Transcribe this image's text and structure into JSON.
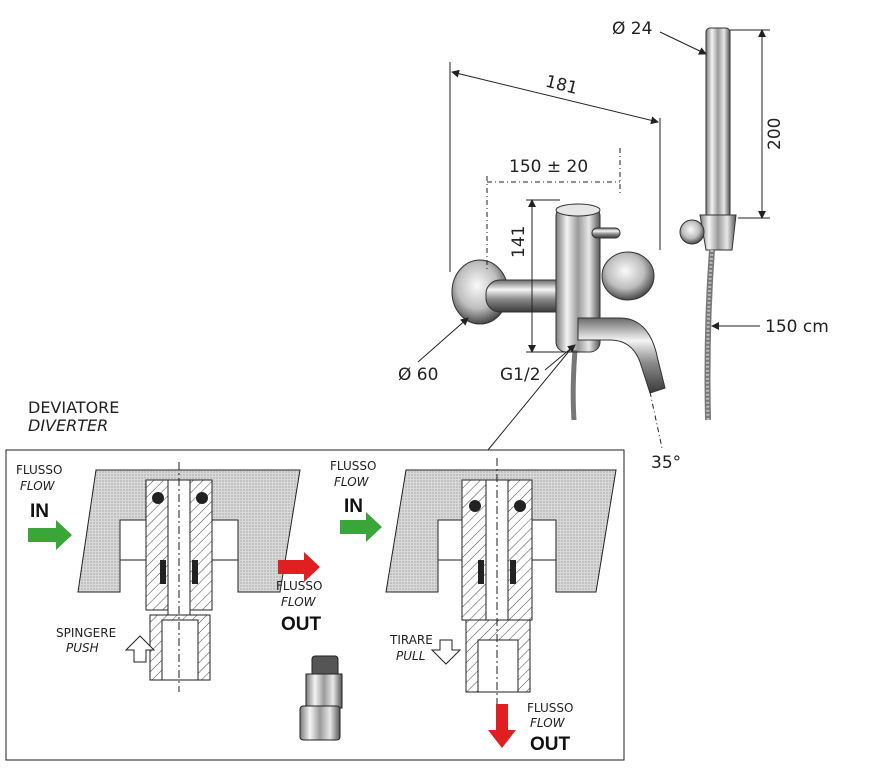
{
  "dimensions": {
    "d24": "Ø 24",
    "len181": "181",
    "len150": "150 ± 20",
    "h141": "141",
    "h200": "200",
    "hose": "150 cm",
    "d60": "Ø 60",
    "thread": "G1/2",
    "angle": "35°"
  },
  "diverter": {
    "title": "DEVIATORE",
    "title_en": "DIVERTER",
    "left": {
      "in_it": "FLUSSO",
      "in_en": "FLOW",
      "in_big": "IN",
      "out_it": "FLUSSO",
      "out_en": "FLOW",
      "out_big": "OUT",
      "action_it": "SPINGERE",
      "action_en": "PUSH"
    },
    "right": {
      "in_it": "FLUSSO",
      "in_en": "FLOW",
      "in_big": "IN",
      "out_it": "FLUSSO",
      "out_en": "FLOW",
      "out_big": "OUT",
      "action_it": "TIRARE",
      "action_en": "PULL"
    }
  },
  "colors": {
    "in_arrow": "#3aa63a",
    "out_arrow": "#e02020"
  }
}
